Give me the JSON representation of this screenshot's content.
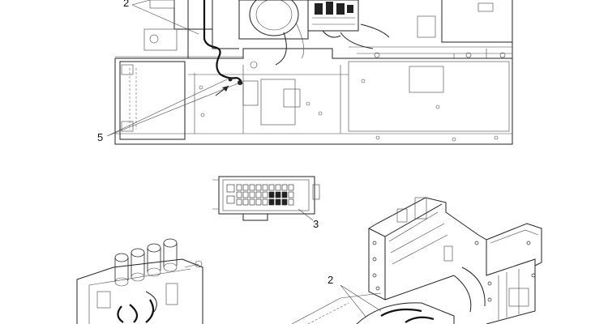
{
  "callouts": {
    "top_2": "2",
    "top_5": "5",
    "fuse_3": "3",
    "bottom_2": "2"
  }
}
